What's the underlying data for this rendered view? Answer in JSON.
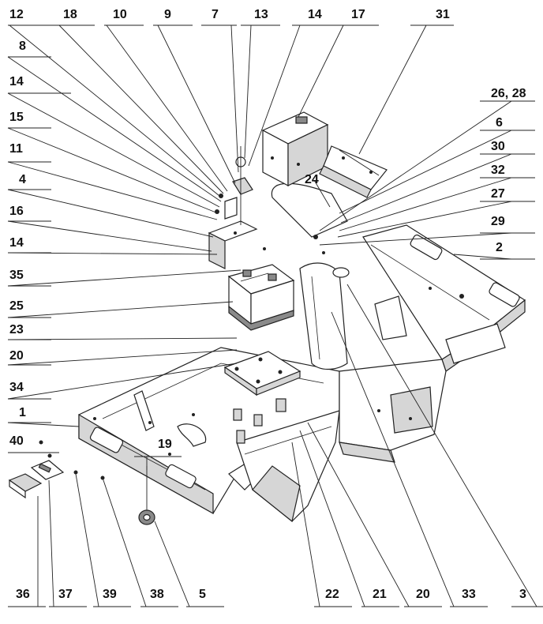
{
  "callouts": {
    "left": [
      "12",
      "8",
      "14",
      "15",
      "11",
      "4",
      "16",
      "14",
      "35",
      "25",
      "23",
      "20",
      "34",
      "1",
      "40"
    ],
    "top": [
      "18",
      "10",
      "9",
      "7",
      "13",
      "14",
      "17",
      "31"
    ],
    "right": [
      "26, 28",
      "6",
      "30",
      "32",
      "27",
      "29",
      "2"
    ],
    "bottom": [
      "36",
      "37",
      "39",
      "38",
      "5",
      "22",
      "21",
      "20",
      "33",
      "3"
    ],
    "inline": [
      "24",
      "19"
    ]
  },
  "colors": {
    "line": "#222222",
    "shade": "#d6d6d6",
    "dark_shade": "#8a8a8a",
    "background": "#ffffff"
  }
}
